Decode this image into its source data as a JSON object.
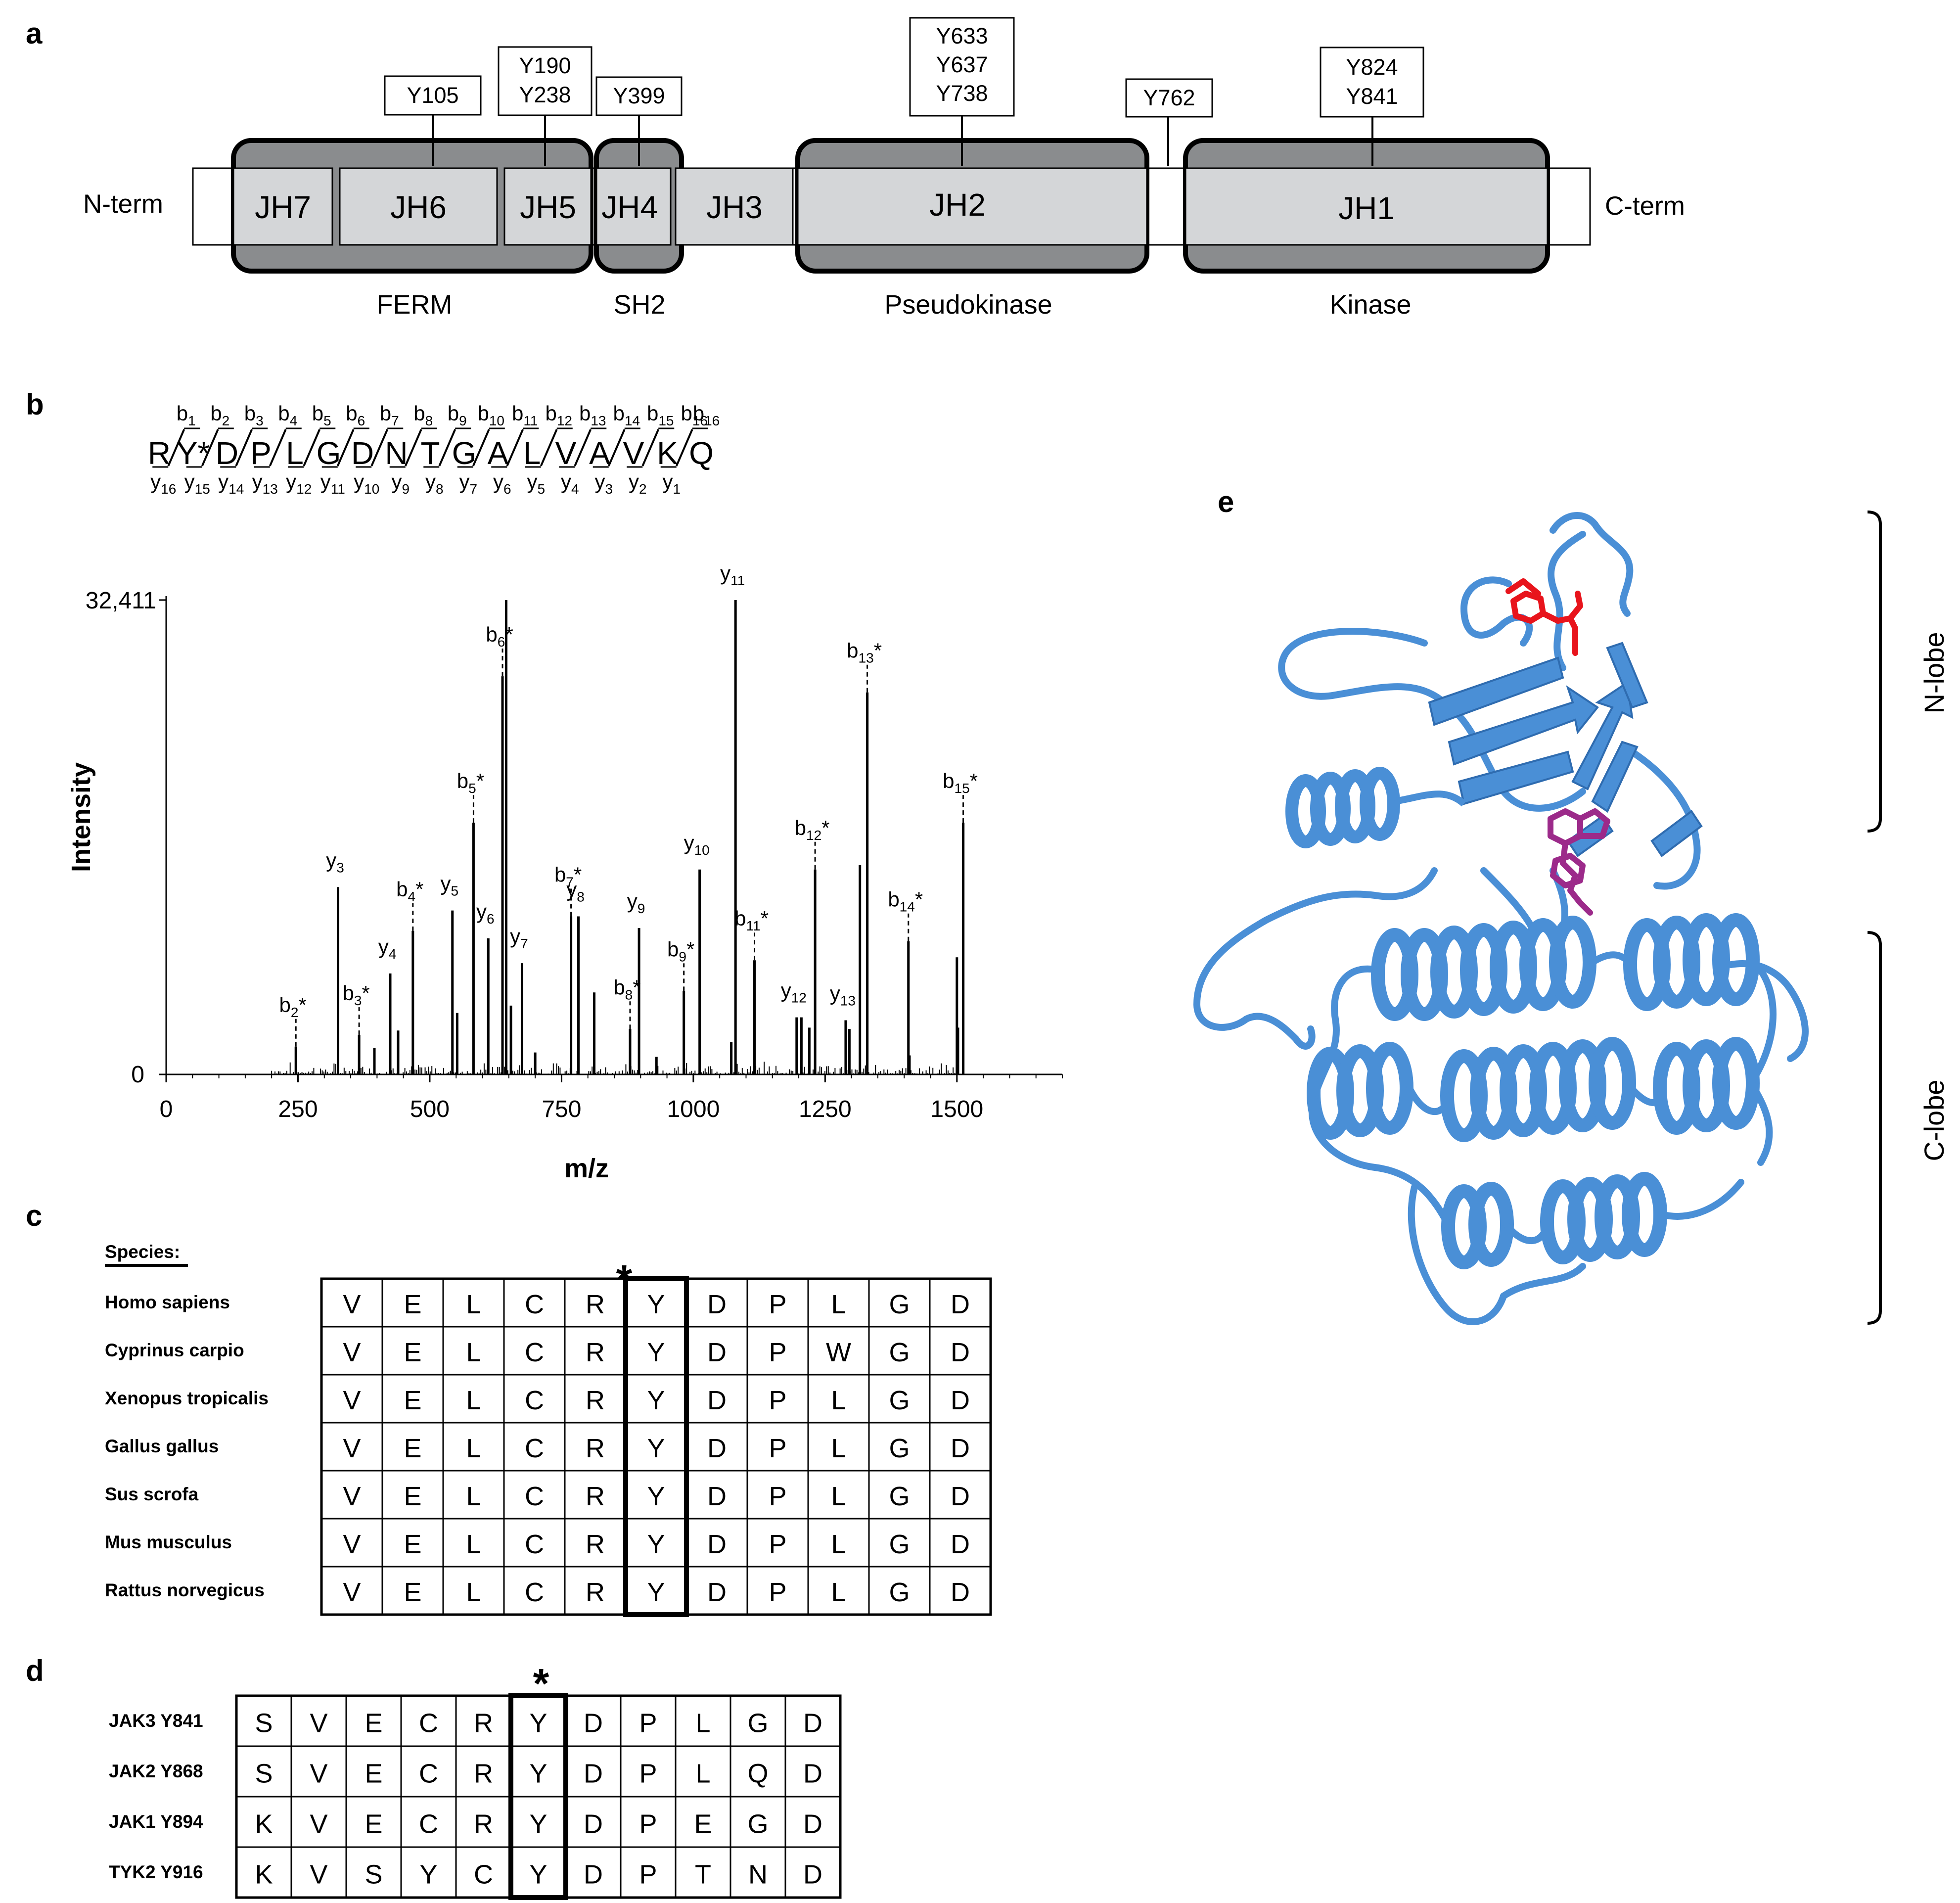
{
  "panel_labels": [
    "a",
    "b",
    "c",
    "d",
    "e"
  ],
  "panel_a": {
    "n_term": "N-term",
    "c_term": "C-term",
    "domains": [
      "JH7",
      "JH6",
      "JH5",
      "JH4",
      "JH3",
      "JH2",
      "JH1"
    ],
    "groups": [
      "FERM",
      "SH2",
      "Pseudokinase",
      "Kinase"
    ],
    "sites": [
      {
        "lines": [
          "Y105"
        ]
      },
      {
        "lines": [
          "Y190",
          "Y238"
        ]
      },
      {
        "lines": [
          "Y399"
        ]
      },
      {
        "lines": [
          "Y633",
          "Y637",
          "Y738"
        ]
      },
      {
        "lines": [
          "Y762"
        ]
      },
      {
        "lines": [
          "Y824",
          "Y841"
        ]
      }
    ],
    "colors": {
      "domain_fill": "#d4d6d8",
      "group_fill": "#8a8c8e"
    }
  },
  "panel_b": {
    "sequence": [
      "R",
      "Y*",
      "D",
      "P",
      "L",
      "G",
      "D",
      "N",
      "T",
      "G",
      "A",
      "L",
      "V",
      "A",
      "V",
      "K",
      "Q"
    ],
    "b_ions": [
      "b1",
      "b2",
      "b3",
      "b4",
      "b5",
      "b6",
      "b7",
      "b8",
      "b9",
      "b10",
      "b11",
      "b12",
      "b13",
      "b14",
      "b15",
      "b16"
    ],
    "y_ions": [
      "y16",
      "y15",
      "y14",
      "y13",
      "y12",
      "y11",
      "y10",
      "y9",
      "y8",
      "y7",
      "y6",
      "y5",
      "y4",
      "y3",
      "y2",
      "y1"
    ]
  },
  "chart_data": {
    "type": "bar",
    "xlabel": "m/z",
    "ylabel": "Intensity",
    "xlim": [
      0,
      1700
    ],
    "ylim": [
      0,
      32411
    ],
    "x_ticks": [
      0,
      250,
      500,
      750,
      1000,
      1250,
      1500
    ],
    "y_ticks": [
      "0",
      "32,411"
    ],
    "peaks": [
      {
        "mz": 246,
        "i": 1900,
        "label": "b",
        "sub": "2",
        "star": "*",
        "dashed": true
      },
      {
        "mz": 326,
        "i": 12800,
        "label": "y",
        "sub": "3",
        "star": "",
        "dashed": false
      },
      {
        "mz": 366,
        "i": 2700,
        "label": "b",
        "sub": "3",
        "star": "*",
        "dashed": true
      },
      {
        "mz": 425,
        "i": 6900,
        "label": "y",
        "sub": "4",
        "star": "",
        "dashed": false
      },
      {
        "mz": 468,
        "i": 9800,
        "label": "b",
        "sub": "4",
        "star": "*",
        "dashed": true
      },
      {
        "mz": 543,
        "i": 11200,
        "label": "y",
        "sub": "5",
        "star": "",
        "dashed": false
      },
      {
        "mz": 583,
        "i": 17200,
        "label": "b",
        "sub": "5",
        "star": "*",
        "dashed": true
      },
      {
        "mz": 611,
        "i": 9300,
        "label": "y",
        "sub": "6",
        "star": "",
        "dashed": false
      },
      {
        "mz": 638,
        "i": 27200,
        "label": "b",
        "sub": "6",
        "star": "*",
        "dashed": true
      },
      {
        "mz": 645,
        "i": 32411,
        "label": "",
        "sub": "",
        "star": "",
        "dashed": false
      },
      {
        "mz": 675,
        "i": 7600,
        "label": "y",
        "sub": "7",
        "star": "",
        "dashed": false
      },
      {
        "mz": 768,
        "i": 10800,
        "label": "b",
        "sub": "7",
        "star": "*",
        "dashed": true
      },
      {
        "mz": 782,
        "i": 10800,
        "label": "y",
        "sub": "8",
        "star": "",
        "dashed": false
      },
      {
        "mz": 880,
        "i": 3100,
        "label": "b",
        "sub": "8",
        "star": "*",
        "dashed": true
      },
      {
        "mz": 897,
        "i": 10000,
        "label": "y",
        "sub": "9",
        "star": "",
        "dashed": false
      },
      {
        "mz": 982,
        "i": 5700,
        "label": "b",
        "sub": "9",
        "star": "*",
        "dashed": true
      },
      {
        "mz": 1012,
        "i": 14000,
        "label": "y",
        "sub": "10",
        "star": "",
        "dashed": false
      },
      {
        "mz": 1080,
        "i": 32411,
        "label": "y",
        "sub": "11",
        "star": "",
        "dashed": false
      },
      {
        "mz": 1116,
        "i": 7800,
        "label": "b",
        "sub": "11",
        "star": "*",
        "dashed": true
      },
      {
        "mz": 1196,
        "i": 3900,
        "label": "y",
        "sub": "12",
        "star": "",
        "dashed": false
      },
      {
        "mz": 1231,
        "i": 14000,
        "label": "b",
        "sub": "12",
        "star": "*",
        "dashed": true
      },
      {
        "mz": 1289,
        "i": 3700,
        "label": "y",
        "sub": "13",
        "star": "",
        "dashed": false
      },
      {
        "mz": 1330,
        "i": 26100,
        "label": "b",
        "sub": "13",
        "star": "*",
        "dashed": true
      },
      {
        "mz": 1408,
        "i": 9100,
        "label": "b",
        "sub": "14",
        "star": "*",
        "dashed": true
      },
      {
        "mz": 1512,
        "i": 17200,
        "label": "b",
        "sub": "15",
        "star": "*",
        "dashed": true
      },
      {
        "mz": 1316,
        "i": 14300,
        "label": "",
        "sub": "",
        "star": "",
        "dashed": false
      },
      {
        "mz": 1500,
        "i": 8000,
        "label": "",
        "sub": "",
        "star": "",
        "dashed": false
      },
      {
        "mz": 1502,
        "i": 3200,
        "label": "",
        "sub": "",
        "star": "",
        "dashed": false
      },
      {
        "mz": 552,
        "i": 4200,
        "label": "",
        "sub": "",
        "star": "",
        "dashed": false
      },
      {
        "mz": 654,
        "i": 4700,
        "label": "",
        "sub": "",
        "star": "",
        "dashed": false
      },
      {
        "mz": 440,
        "i": 3000,
        "label": "",
        "sub": "",
        "star": "",
        "dashed": false
      },
      {
        "mz": 395,
        "i": 1800,
        "label": "",
        "sub": "",
        "star": "",
        "dashed": false
      },
      {
        "mz": 812,
        "i": 5600,
        "label": "",
        "sub": "",
        "star": "",
        "dashed": false
      },
      {
        "mz": 1205,
        "i": 3900,
        "label": "",
        "sub": "",
        "star": "",
        "dashed": false
      },
      {
        "mz": 1220,
        "i": 3200,
        "label": "",
        "sub": "",
        "star": "",
        "dashed": false
      },
      {
        "mz": 1296,
        "i": 3100,
        "label": "",
        "sub": "",
        "star": "",
        "dashed": false
      },
      {
        "mz": 1410,
        "i": 1300,
        "label": "",
        "sub": "",
        "star": "",
        "dashed": false
      },
      {
        "mz": 1072,
        "i": 2200,
        "label": "",
        "sub": "",
        "star": "",
        "dashed": false
      },
      {
        "mz": 700,
        "i": 1500,
        "label": "",
        "sub": "",
        "star": "",
        "dashed": false
      },
      {
        "mz": 930,
        "i": 1200,
        "label": "",
        "sub": "",
        "star": "",
        "dashed": false
      }
    ]
  },
  "panel_c": {
    "header": "Species:",
    "star": "*",
    "rows": [
      {
        "species": "Homo sapiens",
        "seq": [
          "V",
          "E",
          "L",
          "C",
          "R",
          "Y",
          "D",
          "P",
          "L",
          "G",
          "D"
        ]
      },
      {
        "species": "Cyprinus carpio",
        "seq": [
          "V",
          "E",
          "L",
          "C",
          "R",
          "Y",
          "D",
          "P",
          "W",
          "G",
          "D"
        ]
      },
      {
        "species": "Xenopus tropicalis",
        "seq": [
          "V",
          "E",
          "L",
          "C",
          "R",
          "Y",
          "D",
          "P",
          "L",
          "G",
          "D"
        ]
      },
      {
        "species": "Gallus gallus",
        "seq": [
          "V",
          "E",
          "L",
          "C",
          "R",
          "Y",
          "D",
          "P",
          "L",
          "G",
          "D"
        ]
      },
      {
        "species": "Sus scrofa",
        "seq": [
          "V",
          "E",
          "L",
          "C",
          "R",
          "Y",
          "D",
          "P",
          "L",
          "G",
          "D"
        ]
      },
      {
        "species": "Mus musculus",
        "seq": [
          "V",
          "E",
          "L",
          "C",
          "R",
          "Y",
          "D",
          "P",
          "L",
          "G",
          "D"
        ]
      },
      {
        "species": "Rattus norvegicus",
        "seq": [
          "V",
          "E",
          "L",
          "C",
          "R",
          "Y",
          "D",
          "P",
          "L",
          "G",
          "D"
        ]
      }
    ]
  },
  "panel_d": {
    "star": "*",
    "rows": [
      {
        "name": "JAK3 Y841",
        "seq": [
          "S",
          "V",
          "E",
          "C",
          "R",
          "Y",
          "D",
          "P",
          "L",
          "G",
          "D"
        ]
      },
      {
        "name": "JAK2 Y868",
        "seq": [
          "S",
          "V",
          "E",
          "C",
          "R",
          "Y",
          "D",
          "P",
          "L",
          "Q",
          "D"
        ]
      },
      {
        "name": "JAK1 Y894",
        "seq": [
          "K",
          "V",
          "E",
          "C",
          "R",
          "Y",
          "D",
          "P",
          "E",
          "G",
          "D"
        ]
      },
      {
        "name": "TYK2 Y916",
        "seq": [
          "K",
          "V",
          "S",
          "Y",
          "C",
          "Y",
          "D",
          "P",
          "T",
          "N",
          "D"
        ]
      }
    ]
  },
  "panel_e": {
    "n_lobe": "N-lobe",
    "c_lobe": "C-lobe",
    "colors": {
      "ribbon": "#4a8fd6",
      "ribbon_dark": "#2f6cb0",
      "residue": "#e8141c",
      "ligand": "#9c2a8a"
    }
  }
}
